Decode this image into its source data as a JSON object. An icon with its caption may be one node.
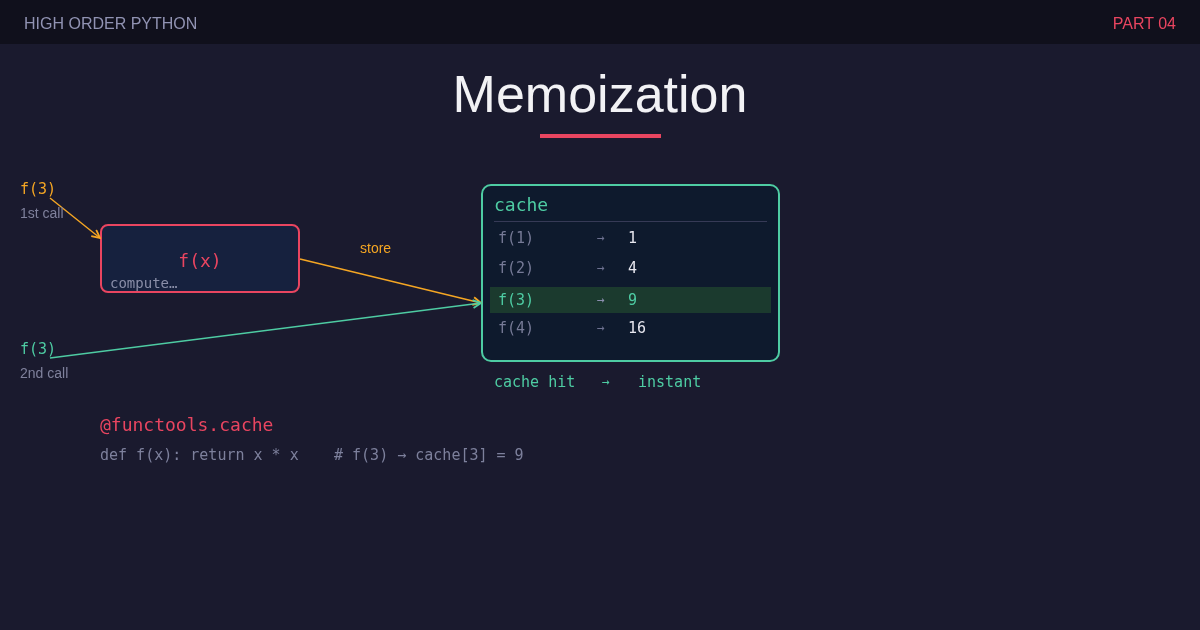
{
  "diagram": {
    "title": "Memoization",
    "nodes": [
      {
        "text": [
          "f(3)"
        ],
        "beside": [
          "1st call"
        ]
      },
      {
        "text": [
          "f(x)",
          "compute…"
        ]
      },
      {
        "text": [
          "f(3)"
        ],
        "beside": [
          "2nd call"
        ]
      },
      {
        "text": [
          "cache"
        ],
        "beside": [
          "cache hit",
          "→",
          "instant"
        ]
      },
      {
        "text": [
          "f(3)",
          "→",
          "9"
        ],
        "in": 3
      }
    ],
    "edges": [
      {
        "from": 0,
        "to": 1,
        "arrow": "to"
      },
      {
        "from": 1,
        "to": 3,
        "arrow": "to",
        "label": "store"
      },
      {
        "from": 2,
        "to": 3,
        "arrow": "to",
        "color": "#4ecca3"
      }
    ],
    "labels": [
      "HIGH ORDER PYTHON",
      "PART 04",
      "f(1)",
      "→",
      "1",
      "f(2)",
      "→",
      "4",
      "f(4)",
      "→",
      "16",
      "@functools.cache",
      "def f(x): return x * x",
      "# f(3) → cache[3] = 9"
    ]
  }
}
